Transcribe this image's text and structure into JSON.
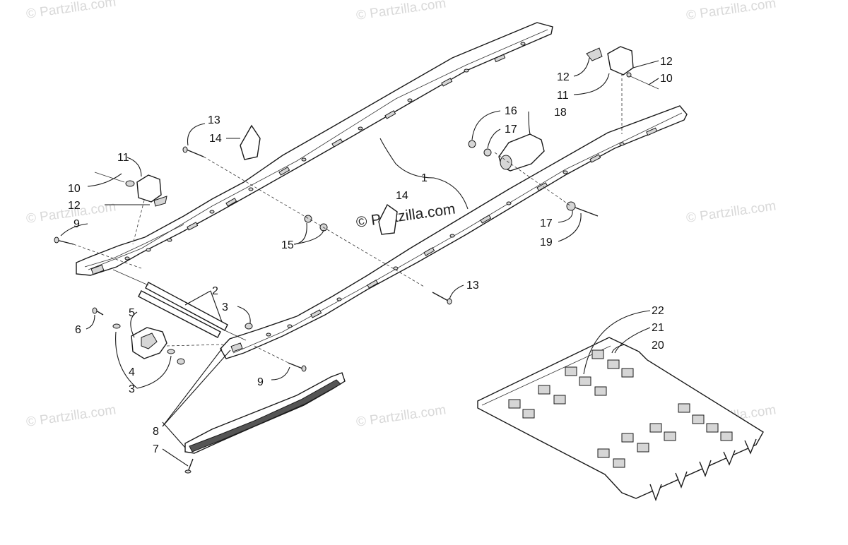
{
  "watermarks": {
    "text": "© Partzilla.com",
    "center": "© Partzilla.com"
  },
  "callouts": [
    "1",
    "2",
    "3",
    "3",
    "4",
    "5",
    "6",
    "7",
    "8",
    "9",
    "9",
    "10",
    "10",
    "11",
    "11",
    "12",
    "12",
    "12",
    "13",
    "13",
    "14",
    "14",
    "15",
    "16",
    "17",
    "17",
    "18",
    "19",
    "20",
    "21",
    "22"
  ]
}
